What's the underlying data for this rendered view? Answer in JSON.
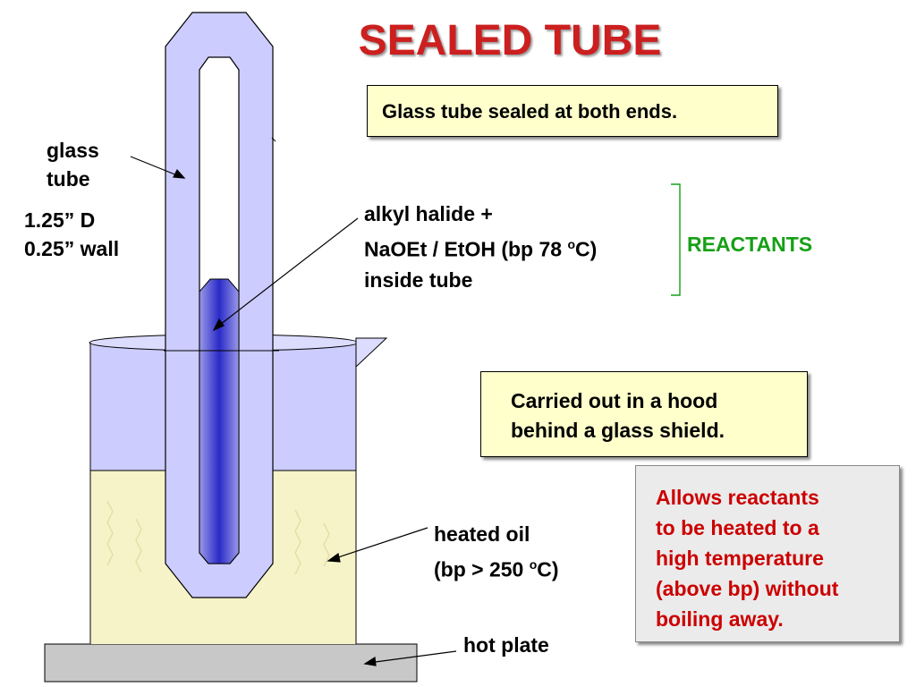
{
  "title": "SEALED TUBE",
  "labels": {
    "glass_tube": [
      "glass",
      "tube"
    ],
    "dimensions": [
      "1.25” D",
      "0.25” wall"
    ],
    "contents": {
      "line1": "alkyl halide +",
      "line2_pre": "NaOEt / EtOH (bp 78 ",
      "line2_sup": "o",
      "line2_post": "C)",
      "line3": "inside tube"
    },
    "reactants": "REACTANTS",
    "heated_oil": {
      "line1": "heated oil",
      "line2_pre": "(bp > 250 ",
      "line2_sup": "o",
      "line2_post": "C)"
    },
    "hot_plate": "hot plate"
  },
  "boxes": {
    "sealed_note": "Glass tube sealed at both ends.",
    "hood_note": [
      "Carried out in a hood",
      "behind a glass shield."
    ],
    "benefit_note": [
      "Allows reactants",
      "to be heated to a",
      "high temperature",
      "(above bp) without",
      "boiling away."
    ]
  },
  "colors": {
    "title": "#cc1f1f",
    "reactants": "#16a016",
    "benefit_text": "#cc0000",
    "tube_glass": "#ccccff",
    "liquid": "#3333cc",
    "oil": "#f7f3c8",
    "beaker_glass": "#ccccff",
    "hot_plate": "#c8c8c8",
    "note_bg": "#ffffcc"
  }
}
